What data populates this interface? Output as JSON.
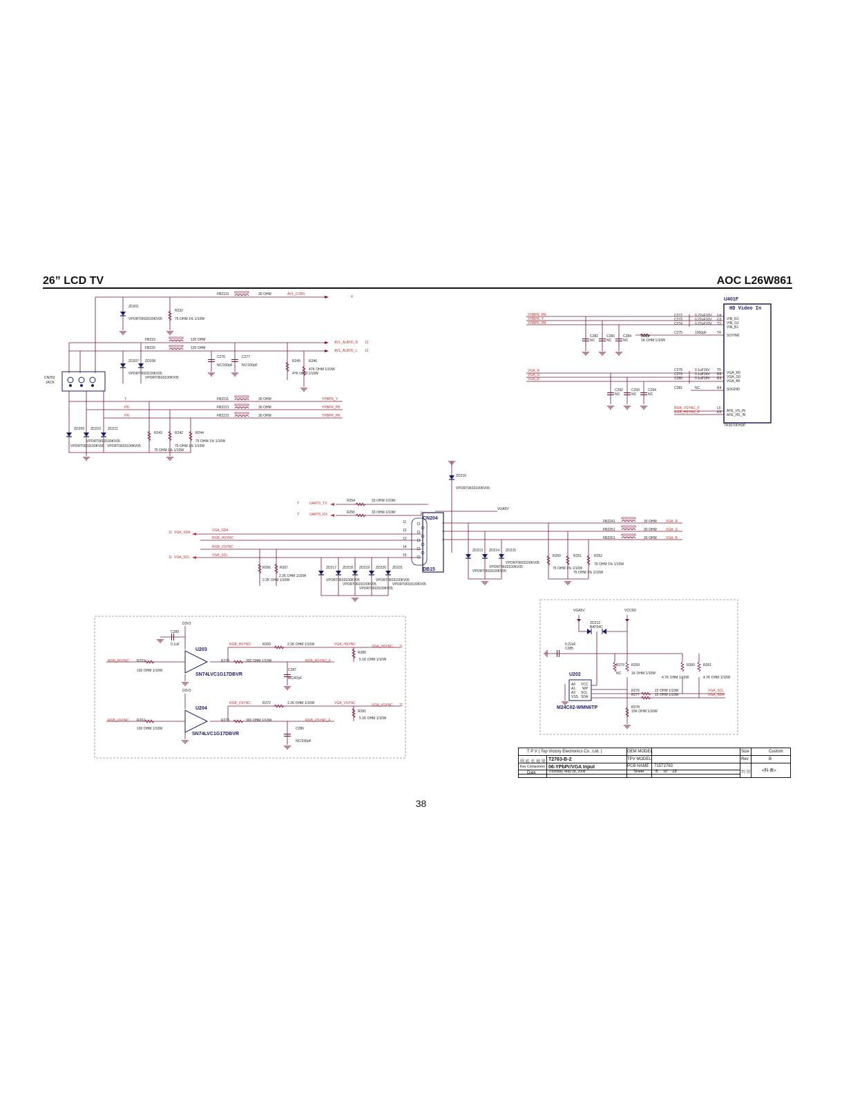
{
  "header": {
    "left": "26” LCD TV",
    "right": "AOC L26W861"
  },
  "page_number": "38",
  "title_block": {
    "company": "T P V   ( Top   Victory   Electronics   Co ,   Ltd. )",
    "oem_model_label": "OEM MODEL",
    "tpv_model_label": "TPV MODEL",
    "pcb_name_label": "PCB NAME",
    "pcb_name": "715T2763",
    "size_label": "Size",
    "size": "Custom",
    "rev_label": "Rev",
    "rev": "B",
    "doc_label": "圖 紙 名 稱 號",
    "doc": "T2763-B-2",
    "key_component_label": "Key Component",
    "key_component": "06-YPbPr/VGA Input",
    "date_label": "Date",
    "date": "Thursday, May 08, 2008",
    "sheet_label": "Sheet",
    "sheet": "6",
    "of_label": "of",
    "sheet_total": "18",
    "footer_mark": "<料 表>"
  },
  "schematic": {
    "u401f": {
      "ref": "U401F",
      "title": "HD Video In",
      "part": "TR3070FHDP"
    },
    "top_labels": {
      "fb2131": "FB2131",
      "fb2131_val": "30 OHM",
      "av1_cvbs": "AV1_CVBS",
      "av1_cvbs_page": "4",
      "zd201": "ZD201",
      "zd201_part": "VPORT0603100KV05",
      "r232": "R232",
      "r232_val": "75 OHM 1% 1/10W",
      "fb219": "FB219",
      "fb219_val": "120 OHM",
      "fb220": "FB220",
      "fb220_val": "120 OHM",
      "av1_audio_r": "AV1_AUDIO_R",
      "av1_audio_r_page": "12",
      "av1_audio_l": "AV1_AUDIO_L",
      "av1_audio_l_page": "12",
      "c276": "C276",
      "c276_val": "NC/100pF",
      "c277": "C277",
      "c277_val": "NC/100pF",
      "r245": "R245",
      "r246": "R246",
      "r246_val": "47K OHM 1/10W",
      "r245_val": "47K OHM 1/10W",
      "zd207": "ZD207",
      "zd208": "ZD208",
      "zd207_part": "VPORT0603100KV05",
      "zd208_part": "VPORT0603100KV05",
      "cn203": "CN203",
      "cn203_type": "JACK",
      "y": "Y",
      "pb": "PB",
      "pr": "PR",
      "fb2211": "FB2211",
      "fb2221": "FB2221",
      "fb2231": "FB2231",
      "fb22x_val": "30 OHM",
      "ypbpr_y": "YPBPR_Y",
      "ypbpr_pb": "YPBPR_PB",
      "ypbpr_pr": "YPBPR_PR",
      "zd209": "ZD209",
      "zd210": "ZD210",
      "zd211": "ZD211",
      "zd209_part": "VPORT0603100KV05",
      "zd210_part": "VPORT0603100KV05",
      "zd211_part": "VPORT0603100KV05",
      "r243": "R243",
      "r242": "R242",
      "r244": "R244",
      "r244_val": "75 OHM 1% 1/10W",
      "r242_val": "75 OHM 1% 1/10W",
      "r243_val": "75 OHM 1% 1/10W"
    },
    "u401f_pins": {
      "ypbpr_pr": "YPBPR_PR",
      "ypbpr_y": "YPBPR_Y",
      "ypbpr_pb": "YPBPR_PB",
      "c272": "C272",
      "c273": "C273",
      "c274": "C274",
      "c27x_val": "0.22uF10V",
      "u4": "U4",
      "u3": "U3",
      "t3": "T3",
      "vin_r1": "VIN_R1",
      "vin_g1": "VIN_G1",
      "vin_b1": "VIN_B1",
      "c275": "C275",
      "c275_val": "1000pF",
      "t4": "T4",
      "soyin0": "SOYIN0",
      "c282": "C282",
      "c283": "C283",
      "c284": "C284",
      "nc": "NC",
      "r283": "R283",
      "r283_val": "1K OHM 1/10W",
      "vga_r": "VGA_R",
      "vga_g": "VGA_G",
      "vga_b": "VGA_B",
      "c278": "C278",
      "c279": "C279",
      "c280": "C280",
      "c2xx_val": "0.1uF16V",
      "t5": "T5",
      "r5": "R5",
      "r3": "R3",
      "vga_r0": "VGA_R0",
      "vga_g0": "VGA_G0",
      "vga_b0": "VGA_B0",
      "c281": "C281",
      "r4": "R4",
      "sogin0": "SOGIN0",
      "c292": "C292",
      "c293": "C293",
      "c294": "C294",
      "rgb_vsync_f": "RGB_VSYNC_F",
      "rgb_hsync_f": "RGB_HSYNC_F",
      "l5": "L5",
      "k5": "K5",
      "afe_vs_in": "AFE_VS_IN",
      "afe_hs_in": "AFE_HS_IN"
    },
    "middle_labels": {
      "zd216": "ZD216",
      "zd216_part": "VPORT0603100KV05",
      "uart0_tx": "UART0_TX",
      "uart0_rx": "UART0_RX",
      "uart_page": "7",
      "r254": "R254",
      "r255": "R255",
      "r25x_val": "33 OHM 1/10W",
      "vga5v": "VGA5V",
      "cn204": "CN204",
      "db15": "DB15",
      "vga_sda": "VGA_SDA",
      "vga_scl": "VGA_SCL",
      "vga_page": "11",
      "rgb_hsync": "RGB_HSYNC",
      "rgb_vsync": "RGB_VSYNC",
      "p11": "11",
      "p12": "12",
      "p13": "13",
      "p14": "14",
      "p15": "15",
      "fb2241": "FB2241",
      "fb2251": "FB2251",
      "fb2261": "FB2261",
      "fb22x6_val": "30 OHM",
      "vga_r": "VGA_R",
      "vga_g": "VGA_G",
      "vga_b": "VGA_B",
      "r266": "R266",
      "r267": "R267",
      "r267_val": "2.2K OHM 1/10W",
      "r266_val": "2.2K OHM 1/10W",
      "zd217": "ZD217",
      "zd218": "ZD218",
      "zd219": "ZD219",
      "zd220": "ZD220",
      "zd221": "ZD221",
      "zd213": "ZD213",
      "zd214": "ZD214",
      "zd215": "ZD215",
      "zd_part": "VPORT0603100KV05",
      "r250": "R250",
      "r251": "R251",
      "r252": "R252",
      "r252_val": "75 OHM 1% 1/10W",
      "r250_val": "75 OHM 1% 1/10W",
      "r251_val": "75 OHM 1% 1/10W"
    },
    "sync_labels": {
      "d3v3": "D3V3",
      "c289": "C289",
      "c289_val": "0.1uF",
      "u203": "U203",
      "u204": "U204",
      "buffer_part": "SN74LVC1G17DBVR",
      "rgb_hsync": "RGB_HSYNC",
      "rgb_vsync": "RGB_VSYNC",
      "r257": "R257",
      "r262": "R262",
      "r257_val": "100 OHM 1/10W",
      "r262_val": "100 OHM 1/10W",
      "r270": "R270",
      "r270_val": "300 OHM 1/10W",
      "r273": "R273",
      "r273_val": "300 OHM 1/10W",
      "r269": "R269",
      "r269_val": "2.2K OHM 1/10W",
      "r272": "R272",
      "r272_val": "2.2K OHM 1/10W",
      "vga_hsync": "VGA_HSYNC",
      "vga_vsync": "VGA_VSYNC",
      "vga_sync_page": "11",
      "r280": "R280",
      "r281": "R281",
      "r28x_val": "5.1K OHM 1/10W",
      "rgb_hsync_f": "RGB_HSYNC_F",
      "rgb_vsync_f": "RGB_VSYNC_F",
      "c287": "C287",
      "c287_val": "NC/47pF",
      "c286": "C286",
      "c286_val": "NC/330pF"
    },
    "eeprom_labels": {
      "vga5v": "VGA5V",
      "vcc5d": "VCC5D",
      "zd212": "ZD212",
      "zd212_part": "BAT54C",
      "c285": "C285",
      "c285_val": "0.22uF",
      "u202": "U202",
      "eeprom_part": "M24C02-WMN6TP",
      "a0": "A0",
      "a1": "A1",
      "a2": "A2",
      "vss": "VSS",
      "vcc": "VCC",
      "wp": "WP",
      "scl": "SCL",
      "sda": "SDA",
      "r279": "R279",
      "r279_val": "NC",
      "r259": "R259",
      "r259_val": "1K OHM 1/10W",
      "r260": "R260",
      "r260_val": "4.7K OHM 1/10W",
      "r261": "R261",
      "r261_val": "4.7K OHM 1/10W",
      "r276": "R276",
      "r277": "R277",
      "r27x_val": "22 OHM 1/10W",
      "r278": "R278",
      "r278_val": "10K OHM 1/10W",
      "vga_scl": "VGA_SCL",
      "vga_sda": "VGA_SDA"
    }
  },
  "colors": {
    "wire": "#7a1030",
    "text": "#222222",
    "signal": "#c03030",
    "part": "#1a1a66"
  }
}
